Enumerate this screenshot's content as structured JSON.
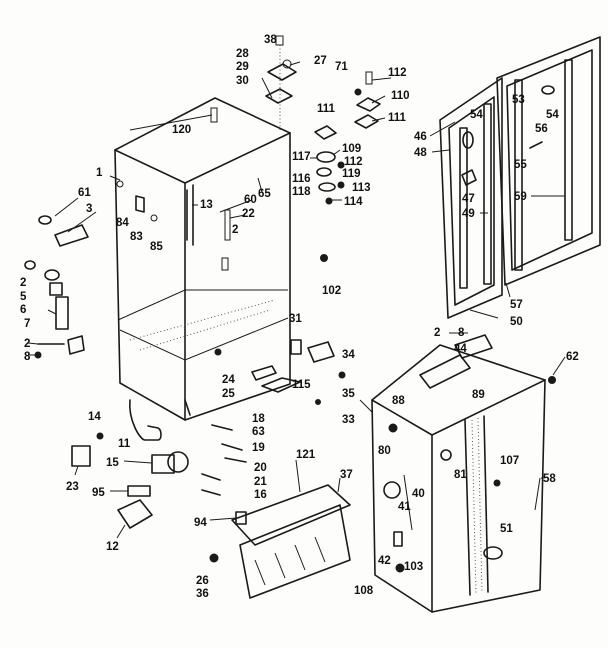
{
  "labels": {
    "n1": "1",
    "n2": "2",
    "n3": "3",
    "n5": "5",
    "n6": "6",
    "n7": "7",
    "n8": "8",
    "n11": "11",
    "n12": "12",
    "n13": "13",
    "n14": "14",
    "n15": "15",
    "n16": "16",
    "n18": "18",
    "n19": "19",
    "n20": "20",
    "n21": "21",
    "n22": "22",
    "n23": "23",
    "n24": "24",
    "n25": "25",
    "n26": "26",
    "n27": "27",
    "n28": "28",
    "n29": "29",
    "n30": "30",
    "n31": "31",
    "n33": "33",
    "n34": "34",
    "n35": "35",
    "n36": "36",
    "n37": "37",
    "n38": "38",
    "n40": "40",
    "n41": "41",
    "n42": "42",
    "n44": "44",
    "n46": "46",
    "n47": "47",
    "n48": "48",
    "n49": "49",
    "n50": "50",
    "n51": "51",
    "n53": "53",
    "n54": "54",
    "n55": "55",
    "n56": "56",
    "n57": "57",
    "n58": "58",
    "n59": "59",
    "n60": "60",
    "n61": "61",
    "n62": "62",
    "n63": "63",
    "n65": "65",
    "n71": "71",
    "n80": "80",
    "n81": "81",
    "n83": "83",
    "n84": "84",
    "n85": "85",
    "n88": "88",
    "n89": "89",
    "n94": "94",
    "n95": "95",
    "n102": "102",
    "n103": "103",
    "n107": "107",
    "n108": "108",
    "n109": "109",
    "n110": "110",
    "n111": "111",
    "n112": "112",
    "n113": "113",
    "n114": "114",
    "n115": "115",
    "n116": "116",
    "n117": "117",
    "n118": "118",
    "n119": "119",
    "n120": "120",
    "n121": "121"
  }
}
